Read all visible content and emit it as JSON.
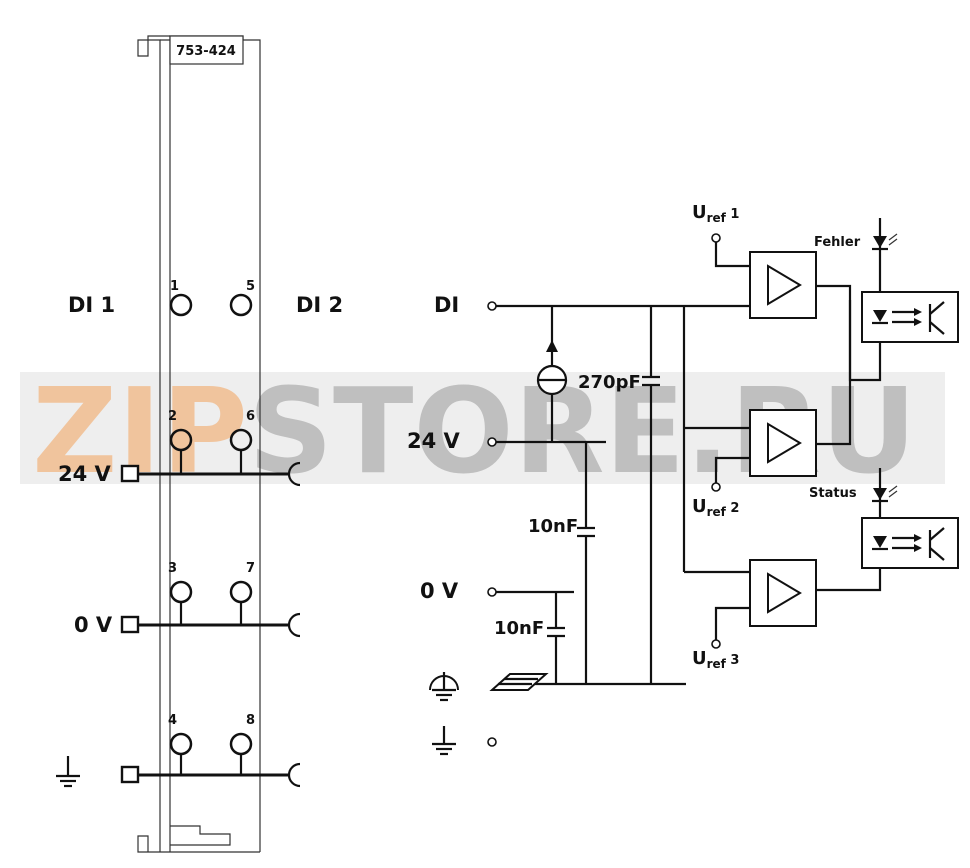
{
  "module": {
    "part_number": "753-424",
    "channels": {
      "di1": "DI 1",
      "di2": "DI 2"
    },
    "terminals": [
      "1",
      "2",
      "3",
      "4",
      "5",
      "6",
      "7",
      "8"
    ],
    "rails": {
      "v24": "24 V",
      "v0": "0 V"
    }
  },
  "schematic": {
    "input_label": "DI",
    "supply_24": "24 V",
    "supply_0": "0 V",
    "capacitors": {
      "c1": "270pF",
      "c2": "10nF",
      "c3": "10nF"
    },
    "uref": {
      "base": "U",
      "sub": "ref",
      "n1": " 1",
      "n2": " 2",
      "n3": " 3"
    },
    "leds": {
      "error": "Fehler",
      "status": "Status"
    }
  },
  "watermark": {
    "part1": "ZIP",
    "part2": "STORE.RU",
    "color1": "#f2a25b",
    "color2": "#9a9a9a"
  }
}
